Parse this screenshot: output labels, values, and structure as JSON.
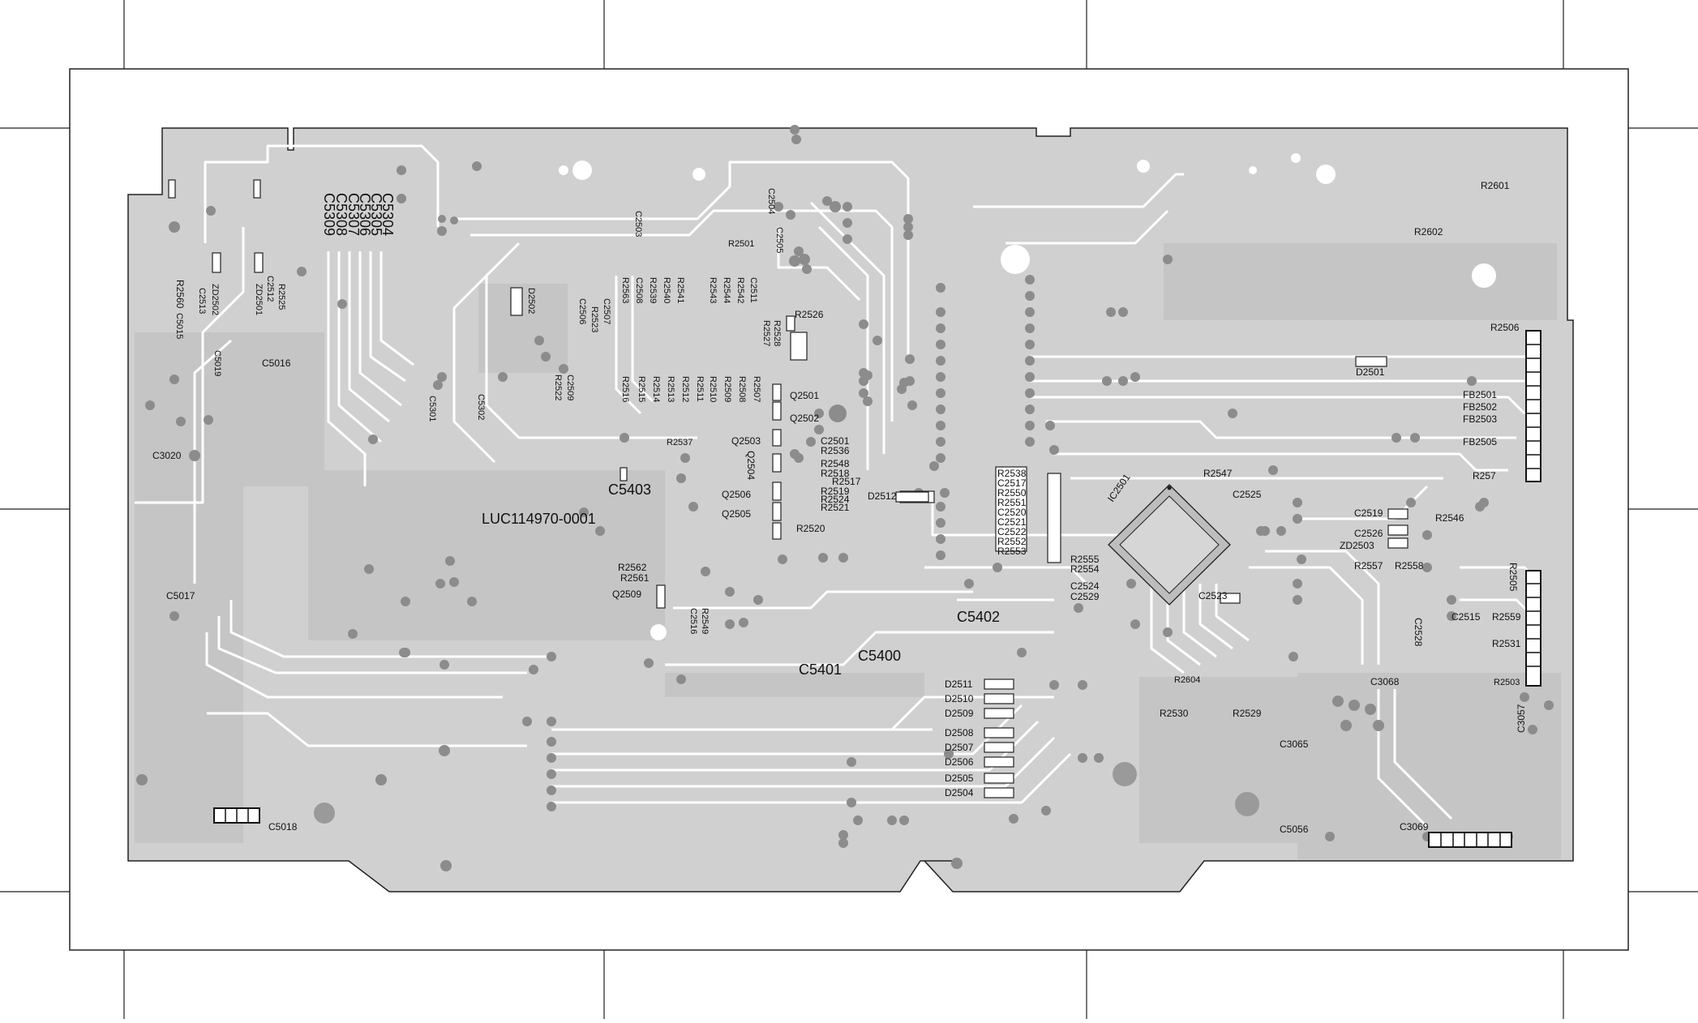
{
  "board": {
    "part_number": "LUC114970-0001"
  },
  "colors": {
    "copper": "#cfcfcf",
    "trace": "#ffffff",
    "outline": "#222222",
    "pad": "#8c8c8c",
    "text": "#111111"
  },
  "labels": {
    "r2601": "R2601",
    "r2602": "R2602",
    "r2506": "R2506",
    "d2501": "D2501",
    "fb2501": "FB2501",
    "fb2502": "FB2502",
    "fb2503": "FB2503",
    "fb2505": "FB2505",
    "r257": "R257",
    "r2546": "R2546",
    "c2519": "C2519",
    "c2526": "C2526",
    "zd2503": "ZD2503",
    "r2557": "R2557",
    "r2558": "R2558",
    "r2505": "R2505",
    "c2515": "C2515",
    "r2559": "R2559",
    "c2528": "C2528",
    "r2531": "R2531",
    "r2503": "R2503",
    "c3068": "C3068",
    "c3057": "C3057",
    "c3069": "C3069",
    "c3065": "C3065",
    "c5056": "C5056",
    "r2604": "R2604",
    "r2530": "R2530",
    "r2529": "R2529",
    "c2523": "C2523",
    "r2547": "R2547",
    "c2525": "C2525",
    "ic2501": "IC2501",
    "r2555": "R2555",
    "r2554": "R2554",
    "c2524": "C2524",
    "c2529": "C2529",
    "r2538": "R2538",
    "c2517": "C2517",
    "r2550": "R2550",
    "r2551": "R2551",
    "c2520": "C2520",
    "c2521": "C2521",
    "c2522": "C2522",
    "r2552": "R2552",
    "r2553": "R2553",
    "c5402": "C5402",
    "c5400": "C5400",
    "c5401": "C5401",
    "d2511": "D2511",
    "d2510": "D2510",
    "d2509": "D2509",
    "d2508": "D2508",
    "d2507": "D2507",
    "d2506": "D2506",
    "d2505": "D2505",
    "d2504": "D2504",
    "d2512": "D2512",
    "c2501": "C2501",
    "r2536": "R2536",
    "r2548": "R2548",
    "r2518": "R2518",
    "r2517": "R2517",
    "r2519": "R2519",
    "r2524": "R2524",
    "r2521": "R2521",
    "r2520": "R2520",
    "q2501": "Q2501",
    "q2502": "Q2502",
    "q2503": "Q2503",
    "q2504": "Q2504",
    "q2506": "Q2506",
    "q2505": "Q2505",
    "r2537": "R2537",
    "r2526": "R2526",
    "c5403": "C5403",
    "r2562": "R2562",
    "r2561": "R2561",
    "q2509": "Q2509",
    "c2516": "C2516",
    "r2549": "R2549",
    "c5304": "C5304",
    "c5305": "C5305",
    "c5306": "C5306",
    "c5307": "C5307",
    "c5308": "C5308",
    "c5309": "C5309",
    "r2560": "R2560",
    "c2513": "C2513",
    "zd2502": "ZD2502",
    "c2512": "C2512",
    "zd2501": "ZD2501",
    "r2525": "R2525",
    "c5015": "C5015",
    "c5019": "C5019",
    "c5016": "C5016",
    "c3020": "C3020",
    "c5017": "C5017",
    "c5018": "C5018",
    "c2503": "C2503",
    "c2504": "C2504",
    "c2505": "C2505",
    "r2501": "R2501",
    "d2502": "D2502",
    "c2506": "C2506",
    "r2523": "R2523",
    "c2507": "C2507",
    "c2509": "C2509",
    "r2522": "R2522",
    "c5301": "C5301",
    "c5302": "C5302",
    "r2563": "R2563",
    "r2516": "R2516",
    "c2508": "C2508",
    "r2515": "R2515",
    "r2539": "R2539",
    "r2514": "R2514",
    "r2540": "R2540",
    "r2513": "R2513",
    "r2541": "R2541",
    "r2512": "R2512",
    "r2511": "R2511",
    "r2510": "R2510",
    "r2543": "R2543",
    "r2509": "R2509",
    "r2544": "R2544",
    "r2508": "R2508",
    "r2542": "R2542",
    "r2507": "R2507",
    "c2511": "C2511",
    "r2527": "R2527",
    "r2528": "R2528"
  }
}
